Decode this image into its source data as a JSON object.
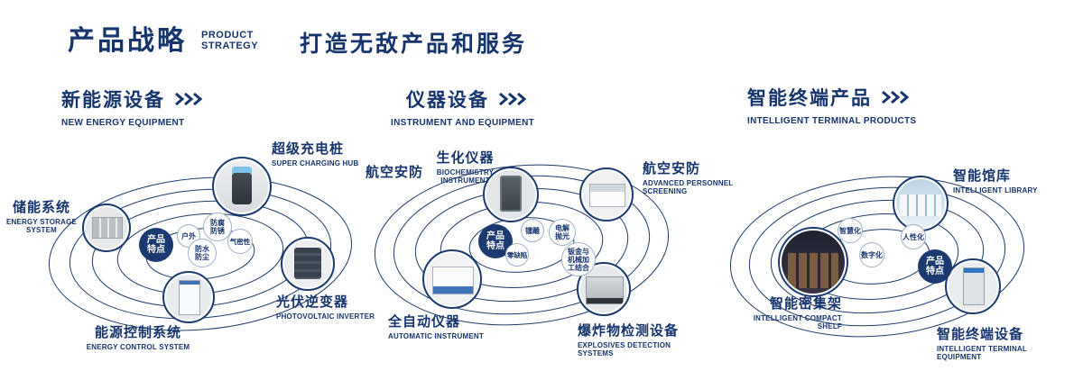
{
  "header": {
    "title_cn": "产品战略",
    "title_en_line1": "PRODUCT",
    "title_en_line2": "STRATEGY",
    "slogan": "打造无敌产品和服务"
  },
  "colors": {
    "navy": "#16356d",
    "orbit": "#1d3c6e"
  },
  "sections": [
    {
      "title_cn": "新能源设备",
      "title_en": "NEW ENERGY EQUIPMENT",
      "center_label": "产品特点",
      "features": [
        "户外",
        "防腐防锈",
        "气密性",
        "防水防尘"
      ],
      "items": [
        {
          "label_cn": "储能系统",
          "label_en": "ENERGY STORAGE SYSTEM"
        },
        {
          "label_cn": "超级充电桩",
          "label_en": "SUPER CHARGING HUB"
        },
        {
          "label_cn": "光伏逆变器",
          "label_en": "PHOTOVOLTAIC INVERTER"
        },
        {
          "label_cn": "能源控制系统",
          "label_en": "ENERGY CONTROL SYSTEM"
        }
      ]
    },
    {
      "title_cn": "仪器设备",
      "title_en": "INSTRUMENT AND EQUIPMENT",
      "center_label": "产品特点",
      "extra_label": "航空安防",
      "features": [
        "镭雕",
        "电解抛光",
        "零缺陷",
        "钣金与机械加工结合"
      ],
      "items": [
        {
          "label_cn": "生化仪器",
          "label_en": "BIOCHEMISTRY INSTRUMENT"
        },
        {
          "label_cn": "航空安防",
          "label_en": "ADVANCED PERSONNEL SCREENING"
        },
        {
          "label_cn": "全自动仪器",
          "label_en": "AUTOMATIC INSTRUMENT"
        },
        {
          "label_cn": "爆炸物检测设备",
          "label_en": "EXPLOSIVES DETECTION SYSTEMS"
        }
      ]
    },
    {
      "title_cn": "智能终端产品",
      "title_en": "INTELLIGENT TERMINAL PRODUCTS",
      "center_label": "产品特点",
      "features": [
        "智慧化",
        "人性化",
        "数字化"
      ],
      "items": [
        {
          "label_cn": "智能馆库",
          "label_en": "INTELLIGENT LIBRARY"
        },
        {
          "label_cn": "智能密集架",
          "label_en": "INTELLIGENT COMPACT SHELF"
        },
        {
          "label_cn": "智能终端设备",
          "label_en": "INTELLIGENT TERMINAL EQUIPMENT"
        }
      ]
    }
  ]
}
